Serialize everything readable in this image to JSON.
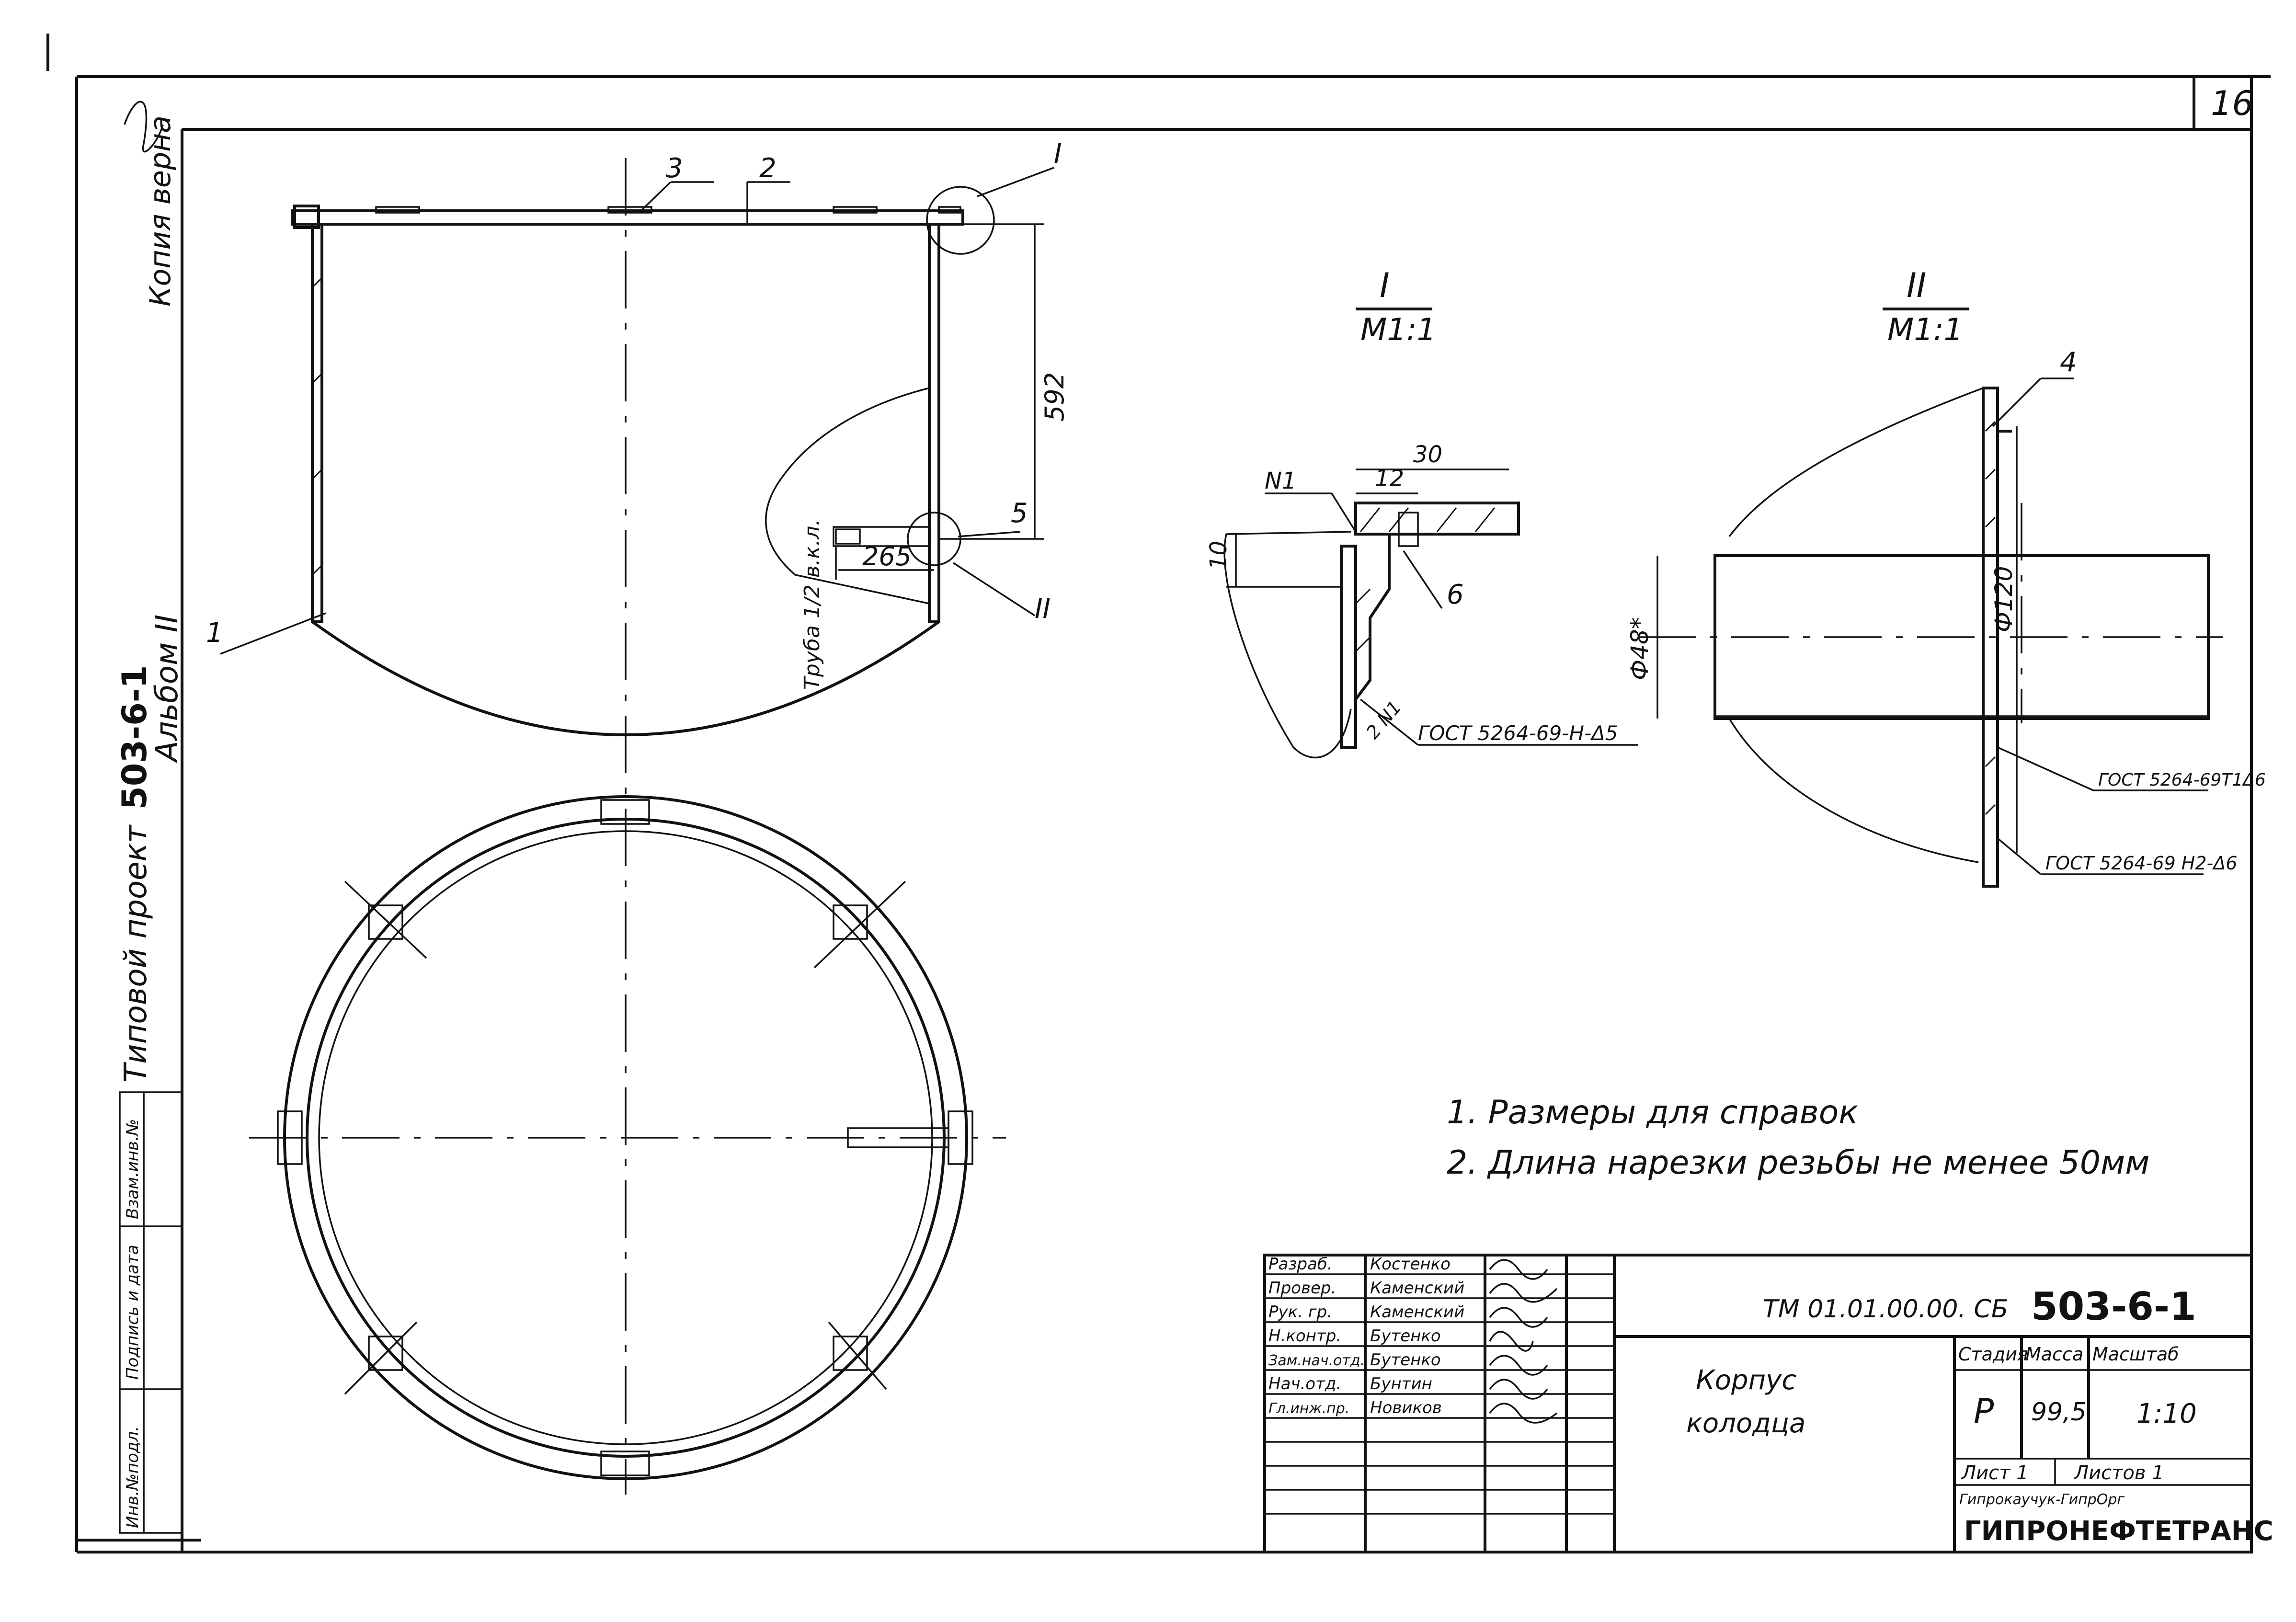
{
  "sheet_number": "16",
  "margin_stamp": {
    "copy_mark": "Копия верна",
    "project_code": "503-6-1",
    "project_type": "Типовой проект",
    "album": "Альбом II",
    "field_labels": [
      "Инв.№подл.",
      "Подпись и дата",
      "Взам.инв.№"
    ]
  },
  "views": {
    "section_I_title": "I",
    "section_I_scale": "М1:1",
    "section_II_title": "II",
    "section_II_scale": "М1:1"
  },
  "main_view": {
    "callouts": [
      "1",
      "2",
      "3",
      "4",
      "5",
      "6"
    ],
    "detail_marks": [
      "I",
      "II"
    ],
    "dim_height": "592",
    "dim_pipe": "265",
    "pipe_label": "Труба 1/2 в.к.л."
  },
  "detail_I": {
    "dim_30": "30",
    "dim_12": "12",
    "dim_10": "10",
    "weld_mark": "N1",
    "weld_code": "ГОСТ 5264-69-Н-Δ5",
    "weld_count": "2 N1"
  },
  "detail_II": {
    "dim_outer": "Ф48*",
    "dim_hole": "Ф120",
    "weld_code_1": "ГОСТ 5264-69Т1Δ6",
    "weld_code_2": "ГОСТ 5264-69 Н2-Δ6"
  },
  "notes": [
    "1. Размеры для справок",
    "2. Длина нарезки резьбы не менее 50мм"
  ],
  "title_block": {
    "doc_number": "ТМ 01.01.00.00. СБ",
    "project_code": "503-6-1",
    "rows": [
      {
        "role": "Разраб.",
        "name": "Костенко"
      },
      {
        "role": "Провер.",
        "name": "Каменский"
      },
      {
        "role": "Рук. гр.",
        "name": "Каменский"
      },
      {
        "role": "Н.контр.",
        "name": "Бутенко"
      },
      {
        "role": "Зам.нач.отд.",
        "name": "Бутенко"
      },
      {
        "role": "Нач.отд.",
        "name": "Бунтин"
      },
      {
        "role": "Гл.инж.пр.",
        "name": "Новиков"
      }
    ],
    "dates": [
      "",
      "",
      "",
      "",
      "",
      "",
      ""
    ],
    "item_name_1": "Корпус",
    "item_name_2": "колодца",
    "stage_label": "Стадия",
    "mass_label": "Масса",
    "scale_label": "Масштаб",
    "stage": "Р",
    "mass": "99,5",
    "scale": "1:10",
    "sheet_label": "Лист 1",
    "sheets_label": "Листов 1",
    "org_small": "Гипрокаучук-ГипрОрг",
    "org": "ГИПРОНЕФТЕТРАНС"
  }
}
